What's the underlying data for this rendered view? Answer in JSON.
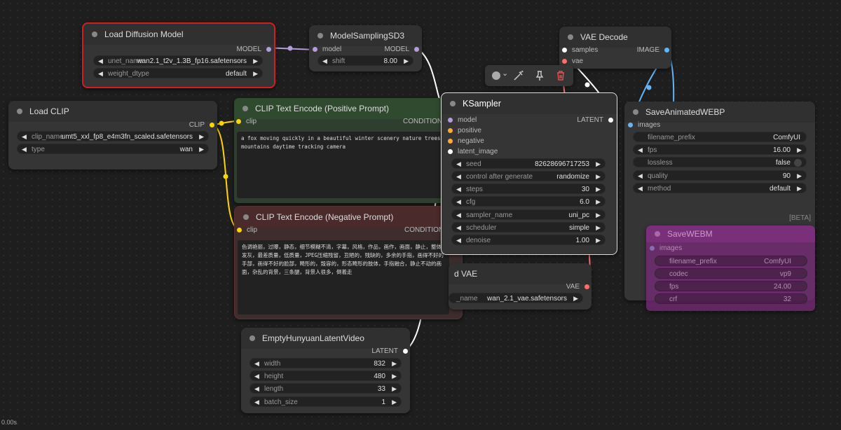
{
  "colors": {
    "model": "#b39ddb",
    "clip": "#ffd500",
    "vae": "#ff6e6e",
    "latent": "#ffffff",
    "image": "#64b5f6",
    "positive_node": "#2f4a2f",
    "negative_node": "#4a2a2a",
    "webm_overlay": "#7a2a7a",
    "selected_border": "#dddddd",
    "error_border": "#d11f1f"
  },
  "toolbar": {
    "color_icon": "color-circle-icon",
    "chevron": "⌄",
    "bypass_icon": "wand-icon",
    "pin_icon": "pin-icon",
    "delete_icon": "trash-icon"
  },
  "status": {
    "time": "0.00s"
  },
  "nodes": {
    "load_diffusion": {
      "title": "Load Diffusion Model",
      "out_model": "MODEL",
      "unet_name_label": "unet_name",
      "unet_name_value": "wan2.1_t2v_1.3B_fp16.safetensors",
      "weight_dtype_label": "weight_dtype",
      "weight_dtype_value": "default"
    },
    "model_sampling": {
      "title": "ModelSamplingSD3",
      "in_model": "model",
      "out_model": "MODEL",
      "shift_label": "shift",
      "shift_value": "8.00"
    },
    "vae_decode": {
      "title": "VAE Decode",
      "in_samples": "samples",
      "in_vae": "vae",
      "out_image": "IMAGE"
    },
    "load_clip": {
      "title": "Load CLIP",
      "out_clip": "CLIP",
      "clip_name_label": "clip_name",
      "clip_name_value": "umt5_xxl_fp8_e4m3fn_scaled.safetensors",
      "type_label": "type",
      "type_value": "wan"
    },
    "clip_pos": {
      "title": "CLIP Text Encode (Positive Prompt)",
      "in_clip": "clip",
      "out_cond": "CONDITIONING",
      "text": "a fox moving quickly in a beautiful winter scenery nature trees mountains daytime tracking camera"
    },
    "clip_neg": {
      "title": "CLIP Text Encode (Negative Prompt)",
      "in_clip": "clip",
      "out_cond": "CONDITIONING",
      "text": "色调艳丽，过曝，静态，细节模糊不清，字幕，风格，作品，画作，画面，静止，整体发灰，最差质量，低质量，JPEG压缩残留，丑陋的，残缺的，多余的手指，画得不好的手部，画得不好的脸部，畸形的，毁容的，形态畸形的肢体，手指融合，静止不动的画面，杂乱的背景，三条腿，背景人很多，倒着走"
    },
    "ksampler": {
      "title": "KSampler",
      "in_model": "model",
      "in_positive": "positive",
      "in_negative": "negative",
      "in_latent": "latent_image",
      "out_latent": "LATENT",
      "widgets": [
        {
          "label": "seed",
          "value": "82628696717253"
        },
        {
          "label": "control after generate",
          "value": "randomize"
        },
        {
          "label": "steps",
          "value": "30"
        },
        {
          "label": "cfg",
          "value": "6.0"
        },
        {
          "label": "sampler_name",
          "value": "uni_pc"
        },
        {
          "label": "scheduler",
          "value": "simple"
        },
        {
          "label": "denoise",
          "value": "1.00"
        }
      ]
    },
    "save_webp": {
      "title": "SaveAnimatedWEBP",
      "in_images": "images",
      "filename_prefix_label": "filename_prefix",
      "filename_prefix_value": "ComfyUI",
      "fps_label": "fps",
      "fps_value": "16.00",
      "lossless_label": "lossless",
      "lossless_value": "false",
      "quality_label": "quality",
      "quality_value": "90",
      "method_label": "method",
      "method_value": "default",
      "beta": "[BETA]"
    },
    "save_webm": {
      "title": "SaveWEBM",
      "in_images": "images",
      "widgets": [
        {
          "label": "filename_prefix",
          "value": "ComfyUI"
        },
        {
          "label": "codec",
          "value": "vp9"
        },
        {
          "label": "fps",
          "value": "24.00"
        },
        {
          "label": "crf",
          "value": "32"
        }
      ]
    },
    "load_vae": {
      "title": "d VAE",
      "out_vae": "VAE",
      "vae_name_label": "_name",
      "vae_name_value": "wan_2.1_vae.safetensors"
    },
    "empty_latent": {
      "title": "EmptyHunyuanLatentVideo",
      "out_latent": "LATENT",
      "widgets": [
        {
          "label": "width",
          "value": "832"
        },
        {
          "label": "height",
          "value": "480"
        },
        {
          "label": "length",
          "value": "33"
        },
        {
          "label": "batch_size",
          "value": "1"
        }
      ]
    }
  }
}
